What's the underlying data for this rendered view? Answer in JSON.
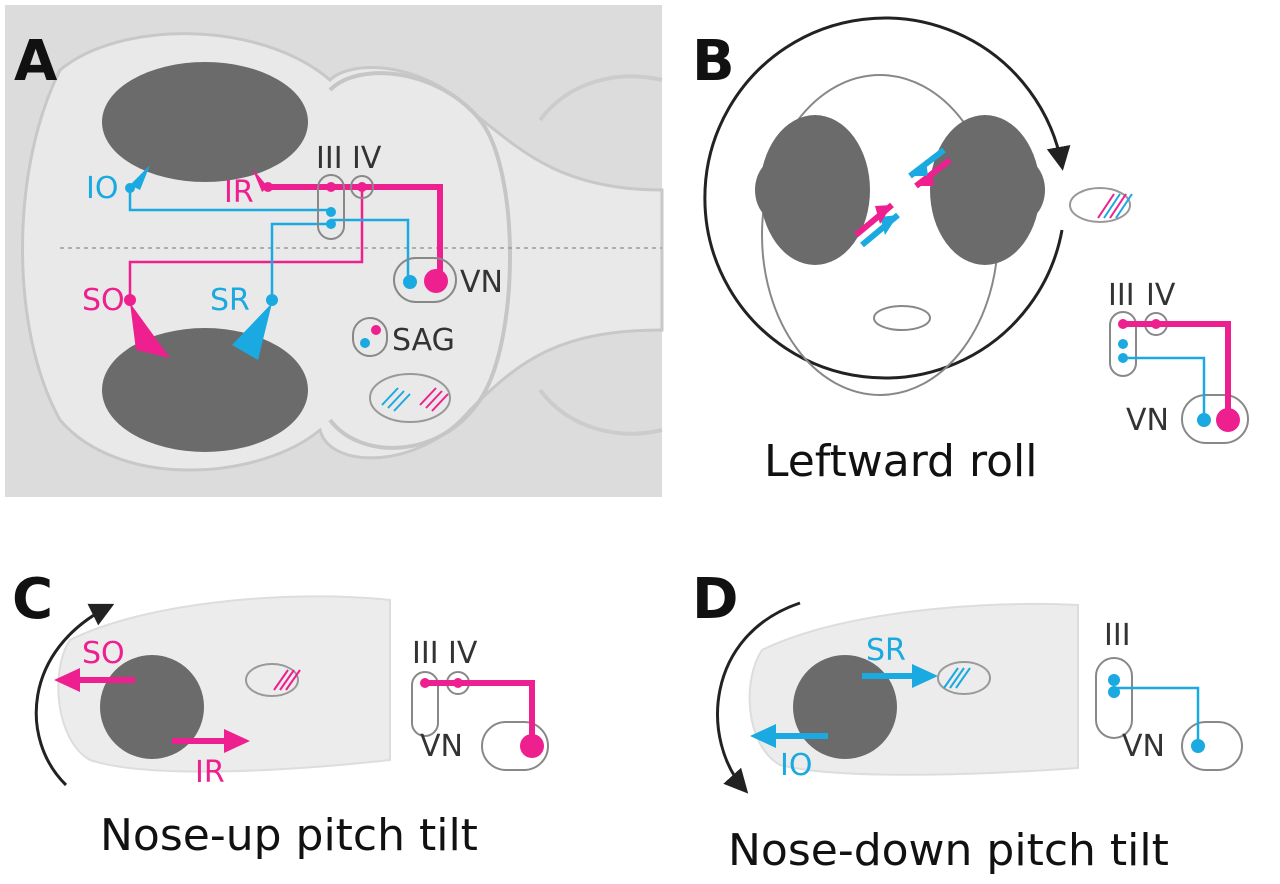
{
  "colors": {
    "pink": "#ee1f8f",
    "cyan": "#1aa9e0",
    "eye": "#6b6b6b",
    "ink": "#222222"
  },
  "panels": {
    "a": {
      "label": "A",
      "labels": {
        "io": "IO",
        "ir": "IR",
        "so": "SO",
        "sr": "SR",
        "iii": "III",
        "iv": "IV",
        "vn": "VN",
        "sag": "SAG"
      }
    },
    "b": {
      "label": "B",
      "caption": "Leftward roll",
      "labels": {
        "iii": "III",
        "iv": "IV",
        "vn": "VN"
      }
    },
    "c": {
      "label": "C",
      "caption": "Nose-up pitch tilt",
      "labels": {
        "so": "SO",
        "ir": "IR",
        "iii": "III",
        "iv": "IV",
        "vn": "VN"
      }
    },
    "d": {
      "label": "D",
      "caption": "Nose-down pitch tilt",
      "labels": {
        "sr": "SR",
        "io": "IO",
        "iii": "III",
        "vn": "VN"
      }
    }
  }
}
